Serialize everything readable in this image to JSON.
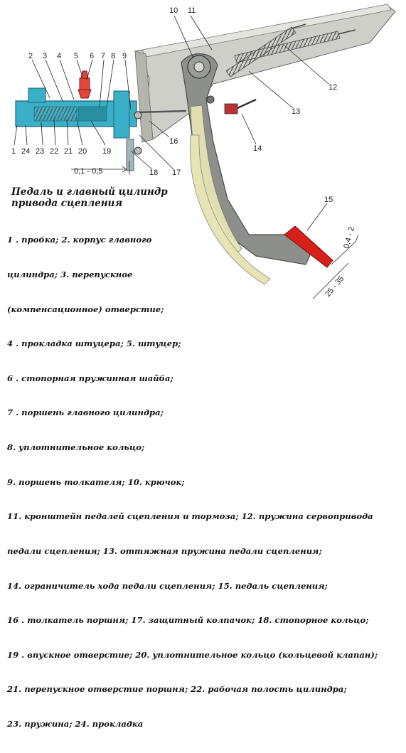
{
  "title_lines": [
    "Педаль и главный цилиндр",
    "привода сцепления"
  ],
  "legend_lines": [
    "1 . пробка; 2. корпус главного",
    "цилиндра; 3. перепускное",
    "(компенсационное) отверстие;",
    "4 . прокладка штуцера; 5. штуцер;",
    "6 . стопорная пружинная шайба;",
    "7 . поршень главного цилиндра;",
    "8. уплотнительное кольцо;",
    "9. поршень толкателя; 10. крючок;",
    "11. кронштейн педалей сцепления и тормоза; 12. пружина сервопривода",
    "педали сцепления; 13. оттяжная пружина педали сцепления;",
    "14. ограничитель хода педали сцепления; 15. педаль сцепления;",
    "16 . толкатель поршня; 17. защитный колпачок; 18. стопорное кольцо;",
    "19 . впускное отверстие; 20. уплотнительное кольцо (кольцевой клапан);",
    "21. перепускное отверстие поршня; 22. рабочая полость цилиндра;",
    "23. пружина; 24. прокладка"
  ],
  "callouts": {
    "n1": "1",
    "n2": "2",
    "n3": "3",
    "n4": "4",
    "n5": "5",
    "n6": "6",
    "n7": "7",
    "n8": "8",
    "n9": "9",
    "n10": "10",
    "n11": "11",
    "n12": "12",
    "n13": "13",
    "n14": "14",
    "n15": "15",
    "n16": "16",
    "n17": "17",
    "n18": "18",
    "n19": "19",
    "n20": "20",
    "n21": "21",
    "n22": "22",
    "n23": "23",
    "n24": "24"
  },
  "dimensions": {
    "gap": "0,1 - 0,5",
    "stroke": "0,4 - 2",
    "travel": "25 - 35"
  },
  "colors": {
    "cylinder": "#3ab0c8",
    "bracket": "#c9c9c3",
    "pedal": "#8a8d86",
    "pedal_light": "#e6e3b4",
    "pad": "#d8201b",
    "nipple": "#e0473a"
  }
}
